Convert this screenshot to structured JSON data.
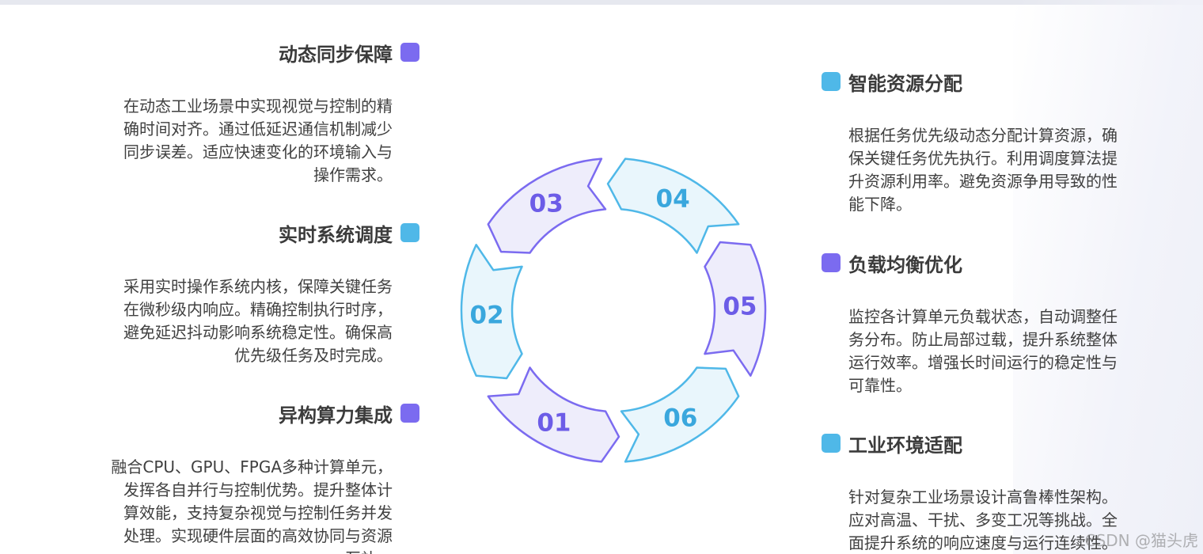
{
  "left_items": [
    {
      "title": "动态同步保障",
      "color": "#7b6bf0",
      "lines": [
        "在动态工业场景中实现视觉与控制的精",
        "确时间对齐。通过低延迟通信机制减少",
        "同步误差。适应快速变化的环境输入与",
        "操作需求。"
      ]
    },
    {
      "title": "实时系统调度",
      "color": "#4fb8e8",
      "lines": [
        "采用实时操作系统内核，保障关键任务",
        "在微秒级内响应。精确控制执行时序，",
        "避免延迟抖动影响系统稳定性。确保高",
        "优先级任务及时完成。"
      ]
    },
    {
      "title": "异构算力集成",
      "color": "#7b6bf0",
      "lines": [
        "融合CPU、GPU、FPGA多种计算单元，",
        "发挥各自并行与控制优势。提升整体计",
        "算效能，支持复杂视觉与控制任务并发",
        "处理。实现硬件层面的高效协同与资源",
        "互补。"
      ]
    }
  ],
  "right_items": [
    {
      "title": "智能资源分配",
      "color": "#4fb8e8",
      "lines": [
        "根据任务优先级动态分配计算资源，确",
        "保关键任务优先执行。利用调度算法提",
        "升资源利用率。避免资源争用导致的性",
        "能下降。"
      ]
    },
    {
      "title": "负载均衡优化",
      "color": "#7b6bf0",
      "lines": [
        "监控各计算单元负载状态，自动调整任",
        "务分布。防止局部过载，提升系统整体",
        "运行效率。增强长时间运行的稳定性与",
        "可靠性。"
      ]
    },
    {
      "title": "工业环境适配",
      "color": "#4fb8e8",
      "lines": [
        "针对复杂工业场景设计高鲁棒性架构。",
        "应对高温、干扰、多变工况等挑战。全",
        "面提升系统的响应速度与运行连续性。"
      ]
    }
  ],
  "cycle": {
    "segments": [
      {
        "label": "01",
        "theme": "purple"
      },
      {
        "label": "02",
        "theme": "blue"
      },
      {
        "label": "03",
        "theme": "purple"
      },
      {
        "label": "04",
        "theme": "blue"
      },
      {
        "label": "05",
        "theme": "purple"
      },
      {
        "label": "06",
        "theme": "blue"
      }
    ],
    "colors": {
      "purple_stroke": "#7b6bf0",
      "purple_fill": "#eeedfb",
      "purple_text": "#6c5ce7",
      "blue_stroke": "#4fb8e8",
      "blue_fill": "#e9f6fc",
      "blue_text": "#3aa7dd"
    }
  },
  "watermark": "CSDN @猫头虎"
}
